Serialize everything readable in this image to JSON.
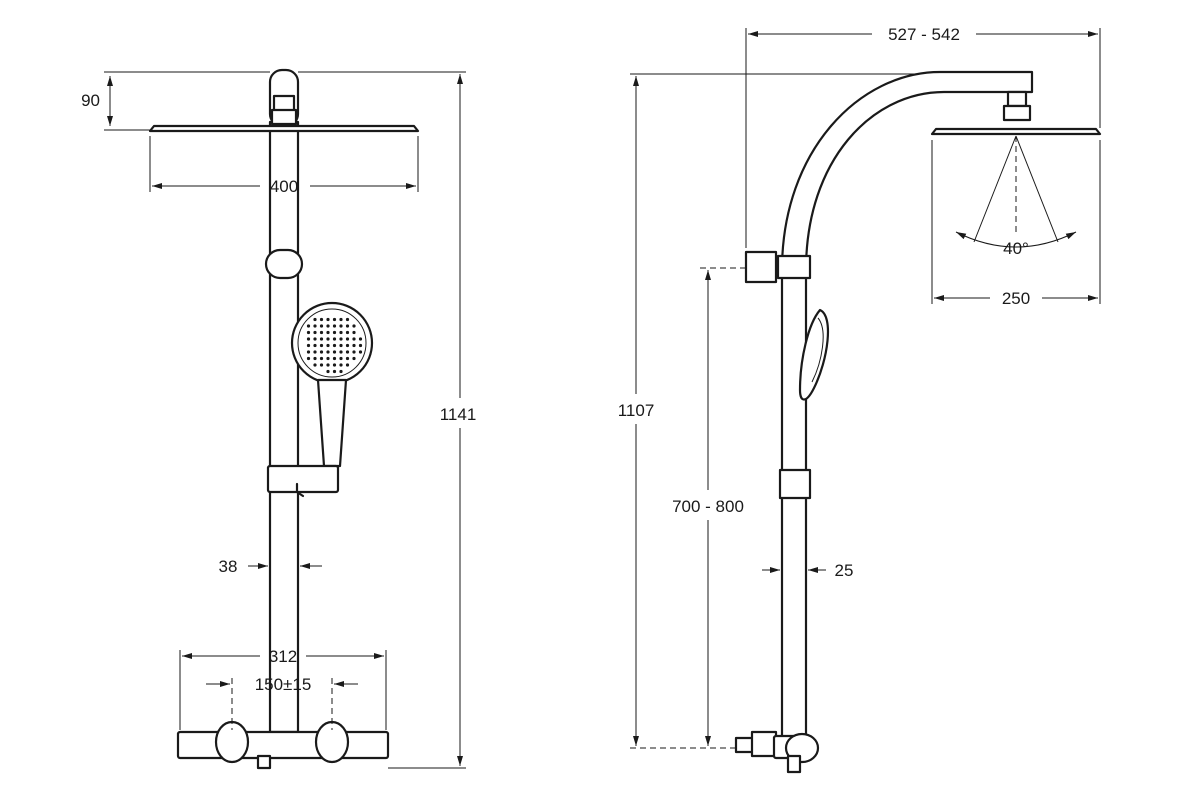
{
  "front_view": {
    "dims": {
      "head_height": "90",
      "head_width": "400",
      "total_height": "1141",
      "pipe_diameter": "38",
      "mixer_width": "312",
      "inlet_spacing": "150±15"
    }
  },
  "side_view": {
    "dims": {
      "reach": "527 - 542",
      "spray_angle": "40°",
      "head_depth": "250",
      "total_height": "1107",
      "handset_height": "700 - 800",
      "pipe_diameter": "25"
    }
  }
}
